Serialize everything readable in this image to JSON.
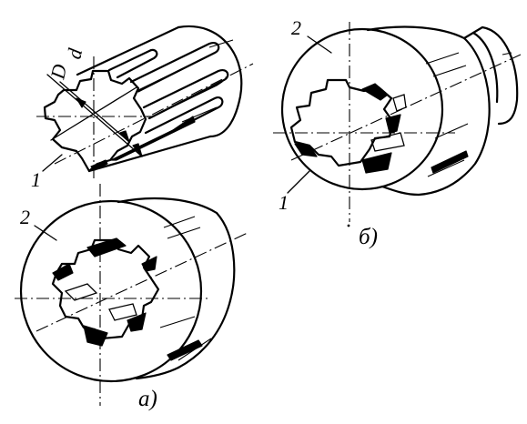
{
  "figure": {
    "part_a": {
      "caption": "а)",
      "shaft_number": "1",
      "hub_number": "2",
      "dimension_outer": "D",
      "dimension_inner": "d"
    },
    "part_b": {
      "caption": "б)",
      "hub_number": "2",
      "shaft_number": "1"
    }
  }
}
